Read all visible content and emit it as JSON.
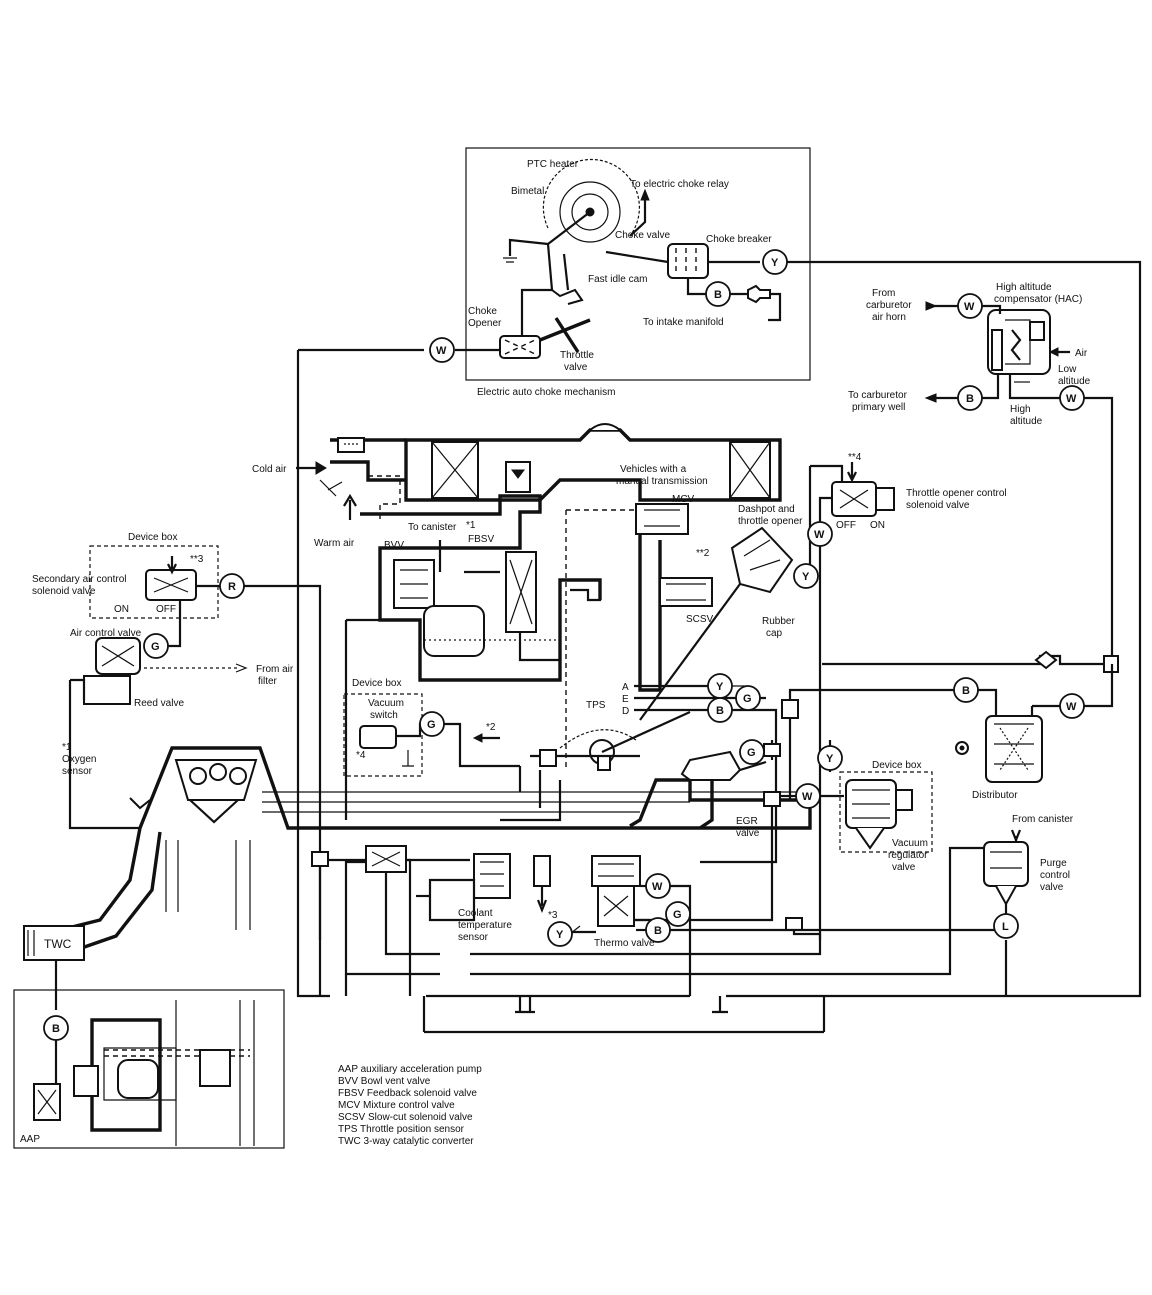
{
  "diagram": {
    "choke_box_caption": "Electric auto choke mechanism",
    "labels": {
      "ptc_heater": "PTC heater",
      "bimetal": "Bimetal",
      "to_electric_choke_relay": "To electric choke relay",
      "choke_valve": "Choke valve",
      "choke_breaker": "Choke breaker",
      "fast_idle_cam": "Fast idle cam",
      "choke_opener_1": "Choke",
      "choke_opener_2": "Opener",
      "to_intake_manifold": "To intake manifold",
      "throttle_valve_1": "Throttle",
      "throttle_valve_2": "valve",
      "from_carb_1": "From",
      "from_carb_2": "carburetor",
      "from_carb_3": "air horn",
      "hac_1": "High altitude",
      "hac_2": "compensator (HAC)",
      "air": "Air",
      "low_alt_1": "Low",
      "low_alt_2": "altitude",
      "to_primary_1": "To carburetor",
      "to_primary_2": "primary well",
      "high_alt_1": "High",
      "high_alt_2": "altitude",
      "cold_air": "Cold air",
      "warm_air": "Warm air",
      "vehicles_mt_1": "Vehicles with a",
      "vehicles_mt_2": "manual transmission",
      "mcv": "MCV",
      "dashpot_1": "Dashpot and",
      "dashpot_2": "throttle opener",
      "to_canister": "To canister",
      "note_1": "*1",
      "fbsv": "FBSV",
      "bvv": "BVV",
      "note_2": "**2",
      "scsv": "SCSV",
      "rubber_cap_1": "Rubber",
      "rubber_cap_2": "cap",
      "note_4": "**4",
      "throttle_opener_1": "Throttle opener control",
      "throttle_opener_2": "solenoid valve",
      "off_on": "OFF",
      "on": "ON",
      "device_box": "Device box",
      "note_3": "**3",
      "sec_air_1": "Secondary air control",
      "sec_air_2": "solenoid valve",
      "on_off_on": "ON",
      "on_off_off": "OFF",
      "air_control_valve": "Air control valve",
      "from_air_filter_1": "From air",
      "from_air_filter_2": "filter",
      "reed_valve": "Reed valve",
      "device_box_2": "Device box",
      "vacuum_switch_1": "Vacuum",
      "vacuum_switch_2": "switch",
      "star2": "*2",
      "star4": "*4",
      "tps": "TPS",
      "port_a": "A",
      "port_e": "E",
      "port_d": "D",
      "oxygen_star1": "*1",
      "oxygen_1": "Oxygen",
      "oxygen_2": "sensor",
      "distributor": "Distributor",
      "device_box_3": "Device box",
      "egr_1": "EGR",
      "egr_2": "valve",
      "vac_reg_1": "Vacuum",
      "vac_reg_2": "regulator",
      "vac_reg_3": "valve",
      "from_canister": "From canister",
      "purge_1": "Purge",
      "purge_2": "control",
      "purge_3": "valve",
      "coolant_1": "Coolant",
      "coolant_2": "temperature",
      "coolant_3": "sensor",
      "star3": "*3",
      "thermo_valve": "Thermo valve",
      "twc": "TWC",
      "aap": "AAP"
    },
    "nodes": {
      "Y": "Y",
      "B": "B",
      "W": "W",
      "G": "G",
      "R": "R",
      "L": "L"
    },
    "legend": [
      "AAP  auxiliary acceleration pump",
      "BVV  Bowl vent valve",
      "FBSV  Feedback solenoid valve",
      "MCV  Mixture control valve",
      "SCSV  Slow-cut solenoid valve",
      "TPS  Throttle position sensor",
      "TWC  3-way catalytic converter"
    ]
  }
}
